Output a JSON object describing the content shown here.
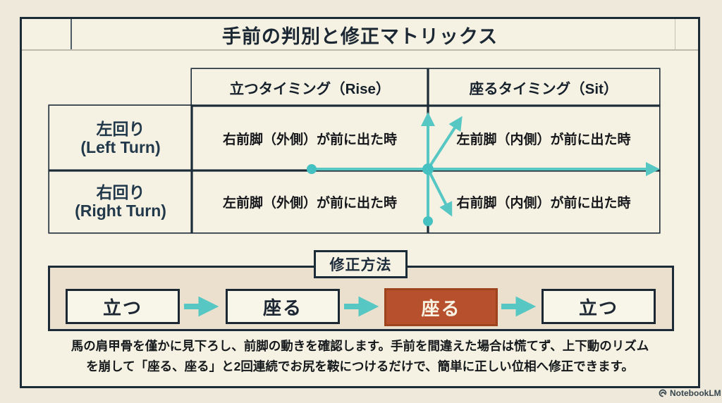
{
  "title": "手前の判別と修正マトリックス",
  "table": {
    "col_headers": [
      "立つタイミング（Rise）",
      "座るタイミング（Sit）"
    ],
    "rows": [
      {
        "label_ja": "左回り",
        "label_en": "(Left Turn)",
        "rise": "右前脚（外側）が前に出た時",
        "sit": "左前脚（内側）が前に出た時"
      },
      {
        "label_ja": "右回り",
        "label_en": "(Right Turn)",
        "rise": "左前脚（外側）が前に出た時",
        "sit": "右前脚（内側）が前に出た時"
      }
    ]
  },
  "correction": {
    "label": "修正方法",
    "steps": [
      {
        "text": "立つ",
        "highlight": false
      },
      {
        "text": "座る",
        "highlight": false
      },
      {
        "text": "座る",
        "highlight": true
      },
      {
        "text": "立つ",
        "highlight": false
      }
    ]
  },
  "footer": {
    "line1": "馬の肩甲骨を僅かに見下ろし、前脚の動きを確認します。手前を間違えた場合は慌てず、上下動のリズム",
    "line2": "を崩して「座る、座る」と2回連続でお尻を鞍につけるだけで、簡単に正しい位相へ修正できます。"
  },
  "watermark": "NotebookLM",
  "colors": {
    "accent_teal": "#57c7c4",
    "highlight_orange": "#b7512d",
    "ink": "#1c2b38",
    "panel_beige": "#ebe0cd",
    "card_cream": "#f6f2e3"
  }
}
